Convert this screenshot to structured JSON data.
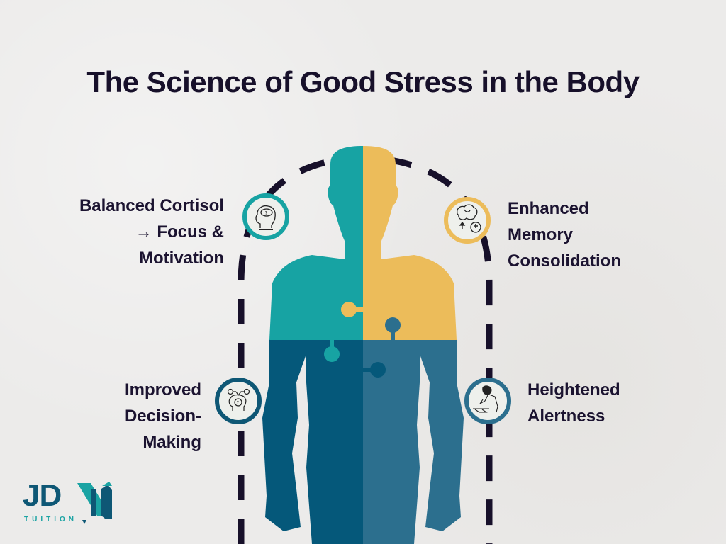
{
  "title": "The Science of Good Stress in the Body",
  "benefits": {
    "cortisol": {
      "line1": "Balanced Cortisol",
      "line2": "→ Focus &",
      "line3": "Motivation",
      "icon": "head-question-brain-icon",
      "ring_color": "#17a3a3"
    },
    "memory": {
      "line1": "Enhanced",
      "line2": "Memory",
      "line3": "Consolidation",
      "icon": "brain-shield-icon",
      "ring_color": "#ecbc5a"
    },
    "decision": {
      "line1": "Improved",
      "line2": "Decision-",
      "line3": "Making",
      "icon": "head-choice-icon",
      "ring_color": "#0e5775"
    },
    "alertness": {
      "line1": "Heightened",
      "line2": "Alertness",
      "icon": "person-writing-icon",
      "ring_color": "#2c6f8e"
    }
  },
  "colors": {
    "teal": "#17a3a3",
    "gold": "#ecbc5a",
    "navy": "#05587a",
    "steel": "#2c6f8e",
    "dash": "#17102a",
    "background": "#ecebea"
  },
  "logo": {
    "letters": "JD",
    "subtitle": "TUITION"
  }
}
